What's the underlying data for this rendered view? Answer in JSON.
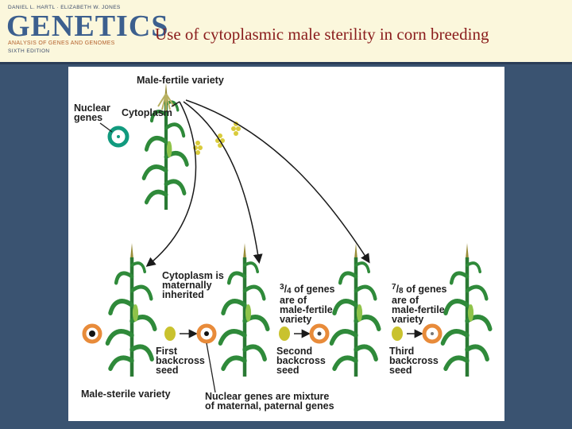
{
  "header": {
    "authors": "DANIEL L. HARTL · ELIZABETH W. JONES",
    "book_title": "GENETICS",
    "book_subtitle": "ANALYSIS OF GENES AND GENOMES",
    "edition": "SIXTH EDITION",
    "slide_title": "Use of cytoplasmic male sterility in corn breeding"
  },
  "figure": {
    "male_fertile_variety": "Male-fertile variety",
    "nuclear_genes": [
      "Nuclear",
      "genes"
    ],
    "cytoplasm": "Cytoplasm",
    "cytoplasm_inherited": [
      "Cytoplasm is",
      "maternally",
      "inherited"
    ],
    "fraction_1": {
      "num": "3",
      "den": "4",
      "rest": "of genes"
    },
    "fraction_1_lines": [
      "are of",
      "male-fertile",
      "variety"
    ],
    "fraction_2": {
      "num": "7",
      "den": "8",
      "rest": "of genes"
    },
    "fraction_2_lines": [
      "are of",
      "male-fertile",
      "variety"
    ],
    "first_backcross": [
      "First",
      "backcross",
      "seed"
    ],
    "second_backcross": [
      "Second",
      "backcross",
      "seed"
    ],
    "third_backcross": [
      "Third",
      "backcross",
      "seed"
    ],
    "male_sterile_variety": "Male-sterile variety",
    "nuclear_mixture": [
      "Nuclear genes are mixture",
      "of maternal, paternal genes"
    ]
  },
  "colors": {
    "title_red": "#8a1c1c",
    "book_blue": "#3c5f8e",
    "slide_background": "#3a5371",
    "plant_green": "#2f8a3a",
    "cell_teal": "#119a7e",
    "cell_orange": "#e88b3a",
    "pollen_yellow": "#d9cb3c"
  }
}
